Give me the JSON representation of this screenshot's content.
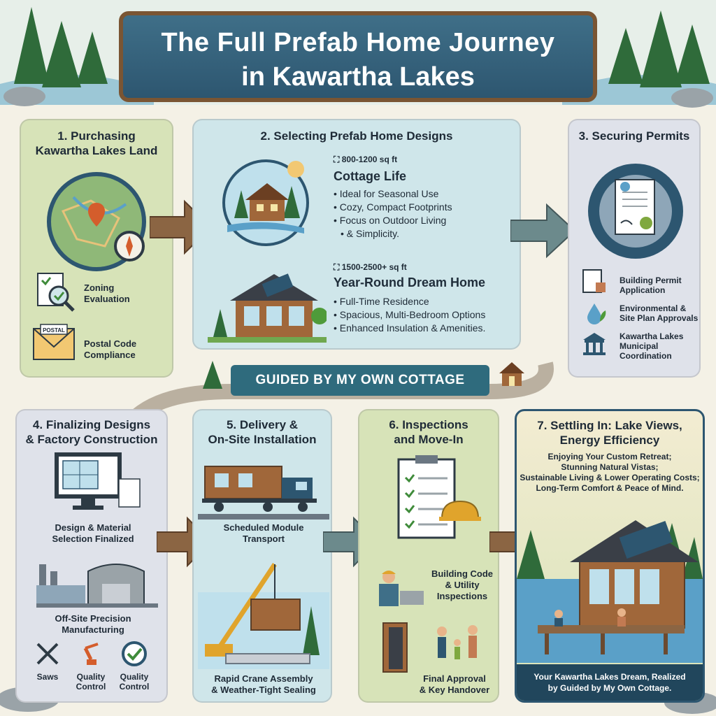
{
  "title": {
    "line1": "The Full Prefab Home Journey",
    "line2": "in Kawartha Lakes"
  },
  "ribbon": "GUIDED BY MY OWN COTTAGE",
  "steps": [
    {
      "title_lines": [
        "1. Purchasing",
        "Kawartha Lakes Land"
      ],
      "items": [
        {
          "label_lines": [
            "Zoning",
            "Evaluation"
          ],
          "icon": "magnifier-document-icon"
        },
        {
          "label_lines": [
            "Postal Code",
            "Compliance"
          ],
          "icon": "postal-envelope-icon",
          "badge": "POSTAL"
        }
      ]
    },
    {
      "title": "2. Selecting Prefab Home Designs",
      "options": [
        {
          "size": "800-1200 sq ft",
          "name": "Cottage Life",
          "bullets": [
            "Ideal for Seasonal Use",
            "Cozy, Compact Footprints",
            "Focus on Outdoor Living",
            "& Simplicity."
          ]
        },
        {
          "size": "1500-2500+ sq ft",
          "name": "Year-Round Dream Home",
          "bullets": [
            "Full-Time Residence",
            "Spacious, Multi-Bedroom Options",
            "Enhanced Insulation & Amenities."
          ]
        }
      ]
    },
    {
      "title": "3. Securing Permits",
      "items": [
        {
          "label_lines": [
            "Building Permit",
            "Application"
          ],
          "icon": "permit-document-icon"
        },
        {
          "label_lines": [
            "Environmental &",
            "Site Plan Approvals"
          ],
          "icon": "water-drop-leaf-icon"
        },
        {
          "label_lines": [
            "Kawartha Lakes",
            "Municipal",
            "Coordination"
          ],
          "icon": "municipal-building-icon"
        }
      ]
    },
    {
      "title_lines": [
        "4. Finalizing Designs",
        "& Factory Construction"
      ],
      "items": [
        {
          "label_lines": [
            "Design & Material",
            "Selection Finalized"
          ],
          "icon": "computer-blueprint-icon"
        },
        {
          "label_lines": [
            "Off-Site Precision",
            "Manufacturing"
          ],
          "icon": "factory-icon"
        }
      ],
      "sub_items": [
        {
          "label_lines": [
            "Saws"
          ],
          "icon": "saw-tools-icon"
        },
        {
          "label_lines": [
            "Quality",
            "Control"
          ],
          "icon": "robot-arm-icon"
        },
        {
          "label_lines": [
            "Quality",
            "Control"
          ],
          "icon": "checkmark-badge-icon"
        }
      ]
    },
    {
      "title_lines": [
        "5. Delivery &",
        "On-Site Installation"
      ],
      "items": [
        {
          "label_lines": [
            "Scheduled Module",
            "Transport"
          ],
          "icon": "truck-module-icon"
        },
        {
          "label_lines": [
            "Rapid Crane Assembly",
            "& Weather-Tight Sealing"
          ],
          "icon": "crane-module-icon"
        }
      ]
    },
    {
      "title_lines": [
        "6. Inspections",
        "and Move-In"
      ],
      "items": [
        {
          "label_lines": [
            "Building Code",
            "& Utility",
            "Inspections"
          ],
          "icon": "inspector-laptop-icon"
        },
        {
          "label_lines": [
            "Final Approval",
            "& Key Handover"
          ],
          "icon": "family-door-icon"
        }
      ]
    },
    {
      "title_lines": [
        "7. Settling In: Lake Views,",
        "Energy Efficiency"
      ],
      "lines": [
        "Enjoying Your Custom Retreat;",
        "Stunning Natural Vistas;",
        "Sustainable Living & Lower Operating Costs;",
        "Long-Term Comfort & Peace of Mind."
      ],
      "footer_lines": [
        "Your Kawartha Lakes Dream, Realized",
        "by Guided by My Own Cottage."
      ]
    }
  ],
  "colors": {
    "banner": "#2d5670",
    "frame": "#7a5533",
    "panel_green": "#d7e3b8",
    "panel_blue": "#cfe6ea",
    "panel_grey": "#dfe2ea",
    "ribbon": "#2f6b7d",
    "arrow": "#8b6543"
  }
}
